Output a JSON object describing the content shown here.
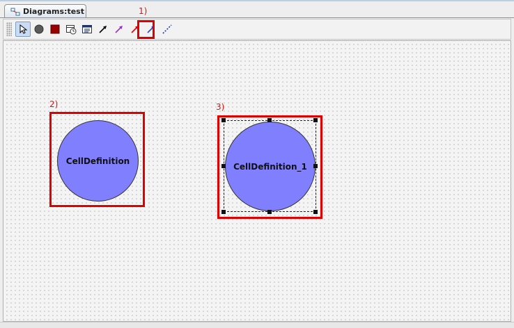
{
  "window": {
    "tab_title": "Diagrams:test",
    "tab_icon": "diagram-icon"
  },
  "toolbar": {
    "tools": [
      {
        "name": "select-tool",
        "icon": "pointer-arrow-icon",
        "selected": true
      },
      {
        "name": "state-tool",
        "icon": "gray-circle-icon",
        "color": "#555555"
      },
      {
        "name": "stop-tool",
        "icon": "dark-red-square-icon",
        "color": "#990000"
      },
      {
        "name": "table-tool",
        "icon": "table-clock-icon"
      },
      {
        "name": "list-tool",
        "icon": "list-icon"
      },
      {
        "name": "black-arrow-tool",
        "icon": "black-arrow-icon",
        "color": "#000000"
      },
      {
        "name": "purple-arrow-tool",
        "icon": "purple-arrow-icon",
        "color": "#9933cc"
      },
      {
        "name": "red-arrow-tool",
        "icon": "red-arrow-icon",
        "color": "#e00000"
      },
      {
        "name": "blue-arrow-tool",
        "icon": "blue-arrow-icon",
        "color": "#3344cc"
      },
      {
        "name": "dashed-line-tool",
        "icon": "dashed-line-icon",
        "color": "#2233aa"
      }
    ]
  },
  "annotations": {
    "label_1": "1)",
    "label_2": "2)",
    "label_3": "3)",
    "color": "#e00000"
  },
  "diagram": {
    "nodes": [
      {
        "label": "CellDefinition",
        "fill": "#8080ff",
        "selected": false
      },
      {
        "label": "CellDefinition_1",
        "fill": "#8080ff",
        "selected": true
      }
    ]
  }
}
